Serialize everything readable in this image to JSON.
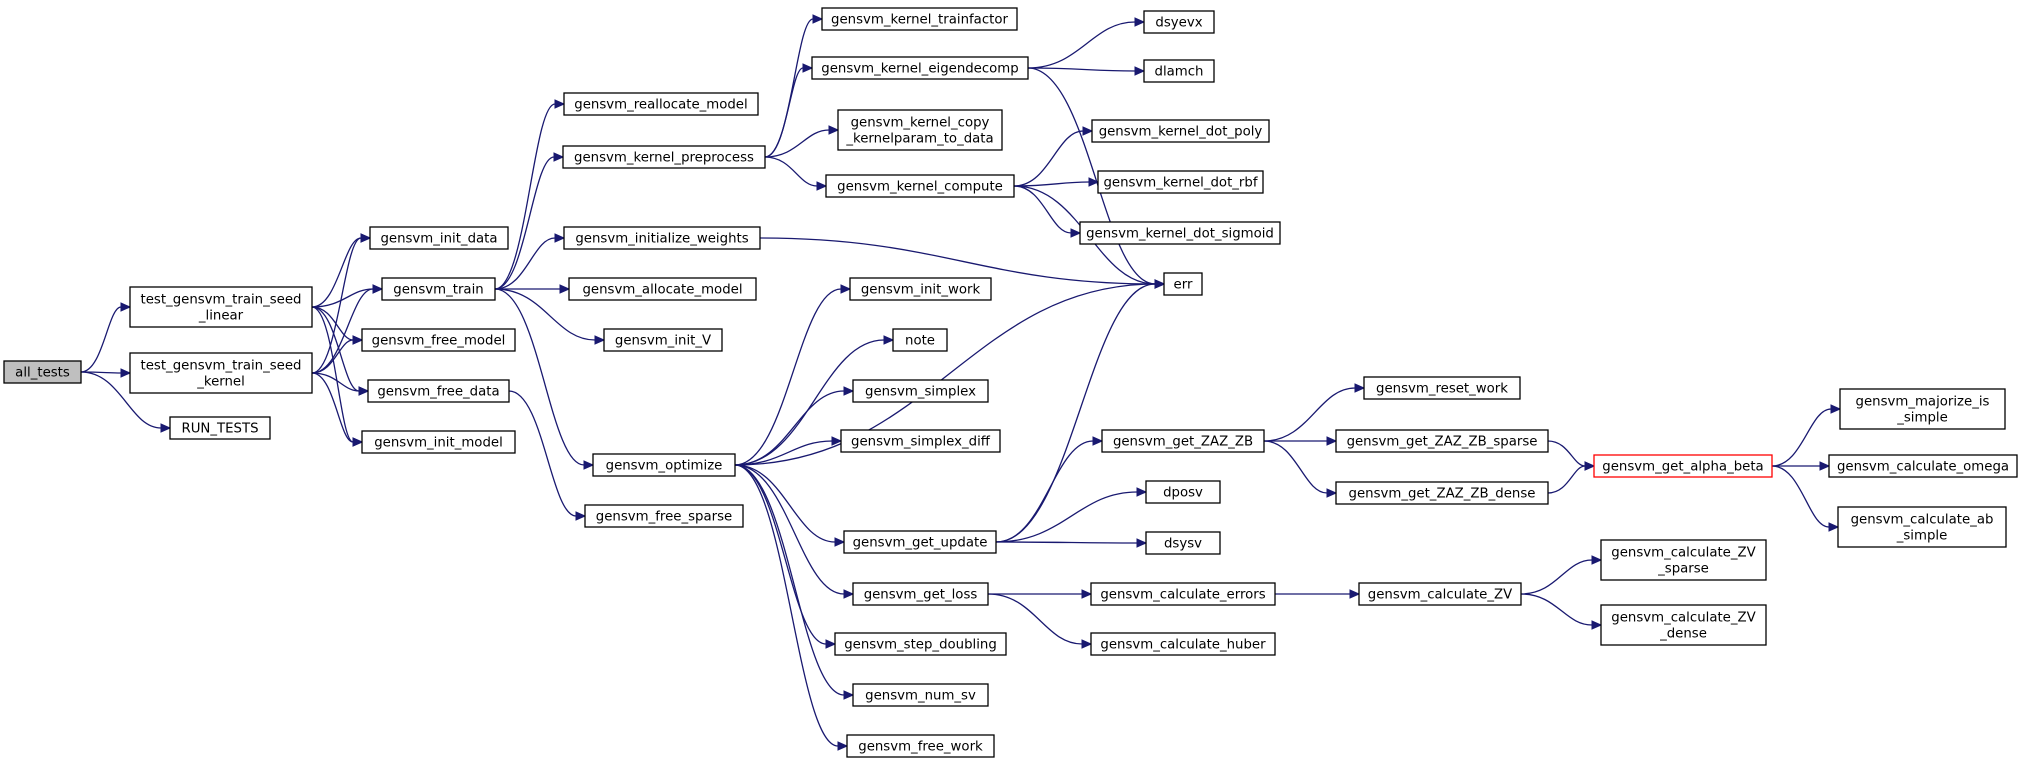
{
  "nodes": [
    {
      "id": "all_tests",
      "lines": [
        "all_tests"
      ]
    },
    {
      "id": "t_linear",
      "lines": [
        "test_gensvm_train_seed",
        "_linear"
      ]
    },
    {
      "id": "t_kernel",
      "lines": [
        "test_gensvm_train_seed",
        "_kernel"
      ]
    },
    {
      "id": "run_tests",
      "lines": [
        "RUN_TESTS"
      ]
    },
    {
      "id": "init_data",
      "lines": [
        "gensvm_init_data"
      ]
    },
    {
      "id": "train",
      "lines": [
        "gensvm_train"
      ]
    },
    {
      "id": "free_model",
      "lines": [
        "gensvm_free_model"
      ]
    },
    {
      "id": "free_data",
      "lines": [
        "gensvm_free_data"
      ]
    },
    {
      "id": "init_model",
      "lines": [
        "gensvm_init_model"
      ]
    },
    {
      "id": "realloc",
      "lines": [
        "gensvm_reallocate_model"
      ]
    },
    {
      "id": "kpre",
      "lines": [
        "gensvm_kernel_preprocess"
      ]
    },
    {
      "id": "initw",
      "lines": [
        "gensvm_initialize_weights"
      ]
    },
    {
      "id": "alloc",
      "lines": [
        "gensvm_allocate_model"
      ]
    },
    {
      "id": "initv",
      "lines": [
        "gensvm_init_V"
      ]
    },
    {
      "id": "optimize",
      "lines": [
        "gensvm_optimize"
      ]
    },
    {
      "id": "free_sparse",
      "lines": [
        "gensvm_free_sparse"
      ]
    },
    {
      "id": "ktrain",
      "lines": [
        "gensvm_kernel_trainfactor"
      ]
    },
    {
      "id": "keig",
      "lines": [
        "gensvm_kernel_eigendecomp"
      ]
    },
    {
      "id": "kcopy",
      "lines": [
        "gensvm_kernel_copy",
        "_kernelparam_to_data"
      ]
    },
    {
      "id": "kcomp",
      "lines": [
        "gensvm_kernel_compute"
      ]
    },
    {
      "id": "init_work",
      "lines": [
        "gensvm_init_work"
      ]
    },
    {
      "id": "note",
      "lines": [
        "note"
      ]
    },
    {
      "id": "simplex",
      "lines": [
        "gensvm_simplex"
      ]
    },
    {
      "id": "simplex_diff",
      "lines": [
        "gensvm_simplex_diff"
      ]
    },
    {
      "id": "get_update",
      "lines": [
        "gensvm_get_update"
      ]
    },
    {
      "id": "get_loss",
      "lines": [
        "gensvm_get_loss"
      ]
    },
    {
      "id": "step_doubling",
      "lines": [
        "gensvm_step_doubling"
      ]
    },
    {
      "id": "num_sv",
      "lines": [
        "gensvm_num_sv"
      ]
    },
    {
      "id": "free_work",
      "lines": [
        "gensvm_free_work"
      ]
    },
    {
      "id": "dsyevx",
      "lines": [
        "dsyevx"
      ]
    },
    {
      "id": "dlamch",
      "lines": [
        "dlamch"
      ]
    },
    {
      "id": "kpoly",
      "lines": [
        "gensvm_kernel_dot_poly"
      ]
    },
    {
      "id": "krbf",
      "lines": [
        "gensvm_kernel_dot_rbf"
      ]
    },
    {
      "id": "ksig",
      "lines": [
        "gensvm_kernel_dot_sigmoid"
      ]
    },
    {
      "id": "err",
      "lines": [
        "err"
      ]
    },
    {
      "id": "zaz",
      "lines": [
        "gensvm_get_ZAZ_ZB"
      ]
    },
    {
      "id": "dposv",
      "lines": [
        "dposv"
      ]
    },
    {
      "id": "dsysv",
      "lines": [
        "dsysv"
      ]
    },
    {
      "id": "calc_errors",
      "lines": [
        "gensvm_calculate_errors"
      ]
    },
    {
      "id": "calc_huber",
      "lines": [
        "gensvm_calculate_huber"
      ]
    },
    {
      "id": "reset_work",
      "lines": [
        "gensvm_reset_work"
      ]
    },
    {
      "id": "zaz_sparse",
      "lines": [
        "gensvm_get_ZAZ_ZB_sparse"
      ]
    },
    {
      "id": "zaz_dense",
      "lines": [
        "gensvm_get_ZAZ_ZB_dense"
      ]
    },
    {
      "id": "calc_zv",
      "lines": [
        "gensvm_calculate_ZV"
      ]
    },
    {
      "id": "alpha_beta",
      "lines": [
        "gensvm_get_alpha_beta"
      ]
    },
    {
      "id": "zv_sparse",
      "lines": [
        "gensvm_calculate_ZV",
        "_sparse"
      ]
    },
    {
      "id": "zv_dense",
      "lines": [
        "gensvm_calculate_ZV",
        "_dense"
      ]
    },
    {
      "id": "majorize",
      "lines": [
        "gensvm_majorize_is",
        "_simple"
      ]
    },
    {
      "id": "omega",
      "lines": [
        "gensvm_calculate_omega"
      ]
    },
    {
      "id": "ab_simple",
      "lines": [
        "gensvm_calculate_ab",
        "_simple"
      ]
    }
  ],
  "edges": [
    [
      "all_tests",
      "t_linear"
    ],
    [
      "all_tests",
      "t_kernel"
    ],
    [
      "all_tests",
      "run_tests"
    ],
    [
      "t_linear",
      "init_data"
    ],
    [
      "t_linear",
      "train"
    ],
    [
      "t_linear",
      "free_model"
    ],
    [
      "t_linear",
      "free_data"
    ],
    [
      "t_linear",
      "init_model"
    ],
    [
      "t_kernel",
      "init_data"
    ],
    [
      "t_kernel",
      "train"
    ],
    [
      "t_kernel",
      "free_model"
    ],
    [
      "t_kernel",
      "free_data"
    ],
    [
      "t_kernel",
      "init_model"
    ],
    [
      "train",
      "realloc"
    ],
    [
      "train",
      "kpre"
    ],
    [
      "train",
      "initw"
    ],
    [
      "train",
      "alloc"
    ],
    [
      "train",
      "initv"
    ],
    [
      "train",
      "optimize"
    ],
    [
      "free_data",
      "free_sparse"
    ],
    [
      "kpre",
      "ktrain"
    ],
    [
      "kpre",
      "keig"
    ],
    [
      "kpre",
      "kcopy"
    ],
    [
      "kpre",
      "kcomp"
    ],
    [
      "keig",
      "dsyevx"
    ],
    [
      "keig",
      "dlamch"
    ],
    [
      "keig",
      "err"
    ],
    [
      "kcomp",
      "kpoly"
    ],
    [
      "kcomp",
      "krbf"
    ],
    [
      "kcomp",
      "ksig"
    ],
    [
      "kcomp",
      "err"
    ],
    [
      "initw",
      "err"
    ],
    [
      "optimize",
      "init_work"
    ],
    [
      "optimize",
      "note"
    ],
    [
      "optimize",
      "simplex"
    ],
    [
      "optimize",
      "simplex_diff"
    ],
    [
      "optimize",
      "err"
    ],
    [
      "optimize",
      "get_update"
    ],
    [
      "optimize",
      "get_loss"
    ],
    [
      "optimize",
      "step_doubling"
    ],
    [
      "optimize",
      "num_sv"
    ],
    [
      "optimize",
      "free_work"
    ],
    [
      "get_update",
      "err"
    ],
    [
      "get_update",
      "zaz"
    ],
    [
      "get_update",
      "dposv"
    ],
    [
      "get_update",
      "dsysv"
    ],
    [
      "get_loss",
      "calc_errors"
    ],
    [
      "get_loss",
      "calc_huber"
    ],
    [
      "zaz",
      "reset_work"
    ],
    [
      "zaz",
      "zaz_sparse"
    ],
    [
      "zaz",
      "zaz_dense"
    ],
    [
      "zaz_sparse",
      "alpha_beta"
    ],
    [
      "zaz_dense",
      "alpha_beta"
    ],
    [
      "calc_errors",
      "calc_zv"
    ],
    [
      "calc_zv",
      "zv_sparse"
    ],
    [
      "calc_zv",
      "zv_dense"
    ],
    [
      "alpha_beta",
      "majorize"
    ],
    [
      "alpha_beta",
      "omega"
    ],
    [
      "alpha_beta",
      "ab_simple"
    ]
  ],
  "root_node": "all_tests",
  "truncated_nodes": [
    "alpha_beta"
  ],
  "colors": {
    "edge": "#191970",
    "root_fill": "#bfbfbf",
    "truncated_border": "#ff0000"
  }
}
